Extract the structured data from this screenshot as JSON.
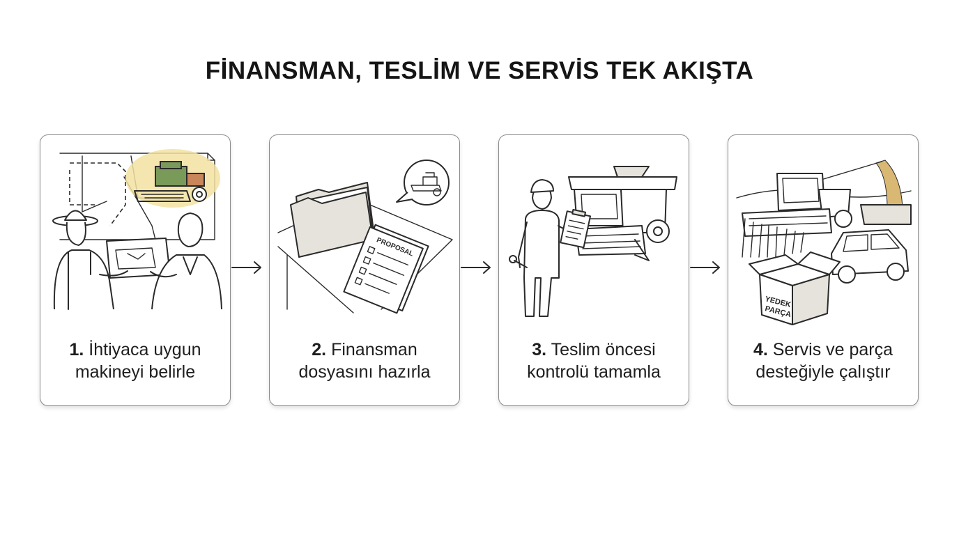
{
  "title": "FİNANSMAN, TESLİM VE SERVİS TEK AKIŞTA",
  "steps": [
    {
      "number": "1.",
      "line1": "İhtiyaca uygun",
      "line2": "makineyi belirle",
      "icon": "farmers-planning-icon"
    },
    {
      "number": "2.",
      "line1": "Finansman",
      "line2": "dosyasını hazırla",
      "icon": "finance-folder-icon",
      "doc_label": "PROPOSAL"
    },
    {
      "number": "3.",
      "line1": "Teslim öncesi",
      "line2": "kontrolü tamamla",
      "icon": "technician-inspection-icon"
    },
    {
      "number": "4.",
      "line1": "Servis ve parça",
      "line2": "desteğiyle çalıştır",
      "icon": "service-parts-icon",
      "box_label_1": "YEDEK",
      "box_label_2": "PARÇA"
    }
  ],
  "colors": {
    "harvester_green": "#7a9a5a",
    "harvester_orange": "#c9865a",
    "highlight": "#f2e2a0",
    "grain": "#d9b873"
  }
}
